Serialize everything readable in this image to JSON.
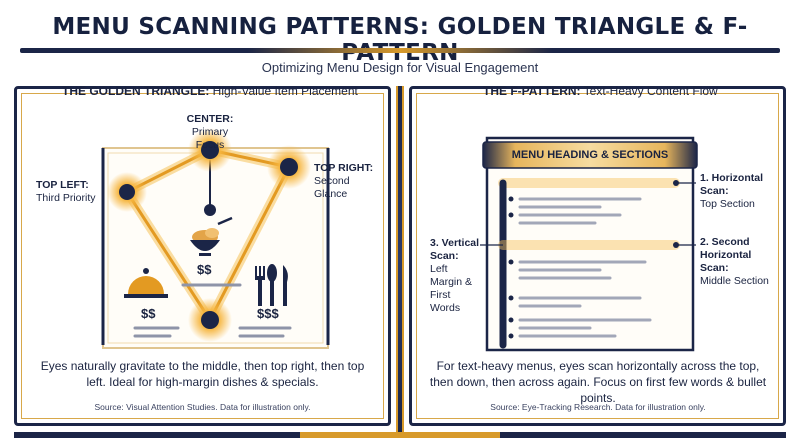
{
  "header": {
    "title": "MENU SCANNING PATTERNS: GOLDEN TRIANGLE & F-PATTERN",
    "subtitle": "Optimizing Menu Design for Visual Engagement"
  },
  "golden_triangle": {
    "heading_bold": "THE GOLDEN TRIANGLE:",
    "heading_rest": " High-Value Item Placement",
    "center_title": "CENTER:",
    "center_sub": "Primary Focus",
    "top_right_title": "TOP RIGHT:",
    "top_right_sub": "Second Glance",
    "top_left_title": "TOP LEFT:",
    "top_left_sub": "Third Priority",
    "price_mid": "$$",
    "price_left": "$$",
    "price_right": "$$$",
    "description": "Eyes naturally gravitate to the middle, then top right, then top left. Ideal for high-margin dishes & specials.",
    "source": "Source: Visual Attention Studies. Data for illustration only."
  },
  "f_pattern": {
    "heading_bold": "THE F-PATTERN:",
    "heading_rest": " Text-Heavy Content Flow",
    "menu_heading": "MENU HEADING & SECTIONS",
    "scan1_title": "1. Horizontal Scan:",
    "scan1_sub": "Top Section",
    "scan2_title": "2. Second Horizontal Scan:",
    "scan2_sub": "Middle Section",
    "scan3_title": "3. Vertical Scan:",
    "scan3_sub": "Left Margin & First Words",
    "description": "For text-heavy menus, eyes scan horizontally across the top, then down, then across again. Focus on first few words & bullet points.",
    "source": "Source: Eye-Tracking Research. Data for illustration only."
  },
  "colors": {
    "navy": "#1b2547",
    "gold": "#e0a030",
    "glow": "#f6c25a"
  }
}
